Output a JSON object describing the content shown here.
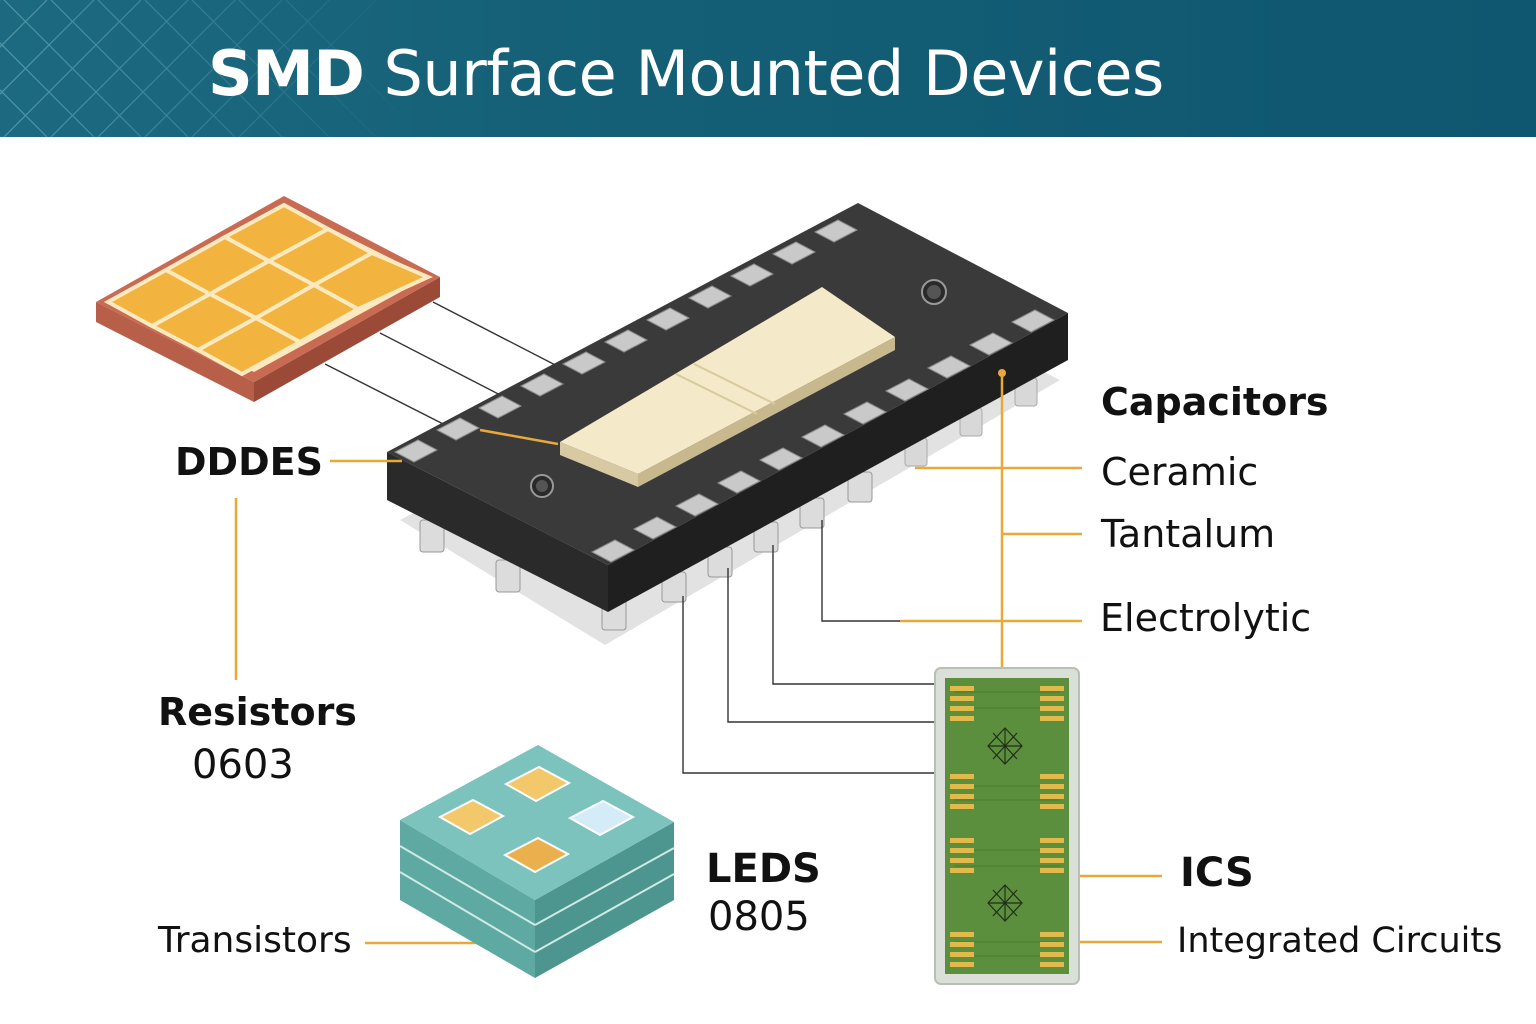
{
  "header": {
    "title_strong": "SMD",
    "title_rest": "Surface Mounted Devices"
  },
  "labels": {
    "diodes": "DDDES",
    "resistors": "Resistors",
    "resistors_code": "0603",
    "capacitors": "Capacitors",
    "ceramic": "Ceramic",
    "tantalum": "Tantalum",
    "electrolytic": "Electrolytic",
    "leds": "LEDS",
    "leds_code": "0805",
    "transistors": "Transistors",
    "ics": "ICS",
    "integrated_circuits": "Integrated Circuits"
  },
  "colors": {
    "header": "#145f76",
    "accent_line": "#e8a93a",
    "chip_body": "#3a3a3b",
    "resistor_pads": "#f3b33f",
    "resistor_base": "#b85f4a",
    "led_body": "#7cc3bd",
    "pcb_green": "#5c8f3d",
    "gold_pad": "#e2b94b"
  }
}
